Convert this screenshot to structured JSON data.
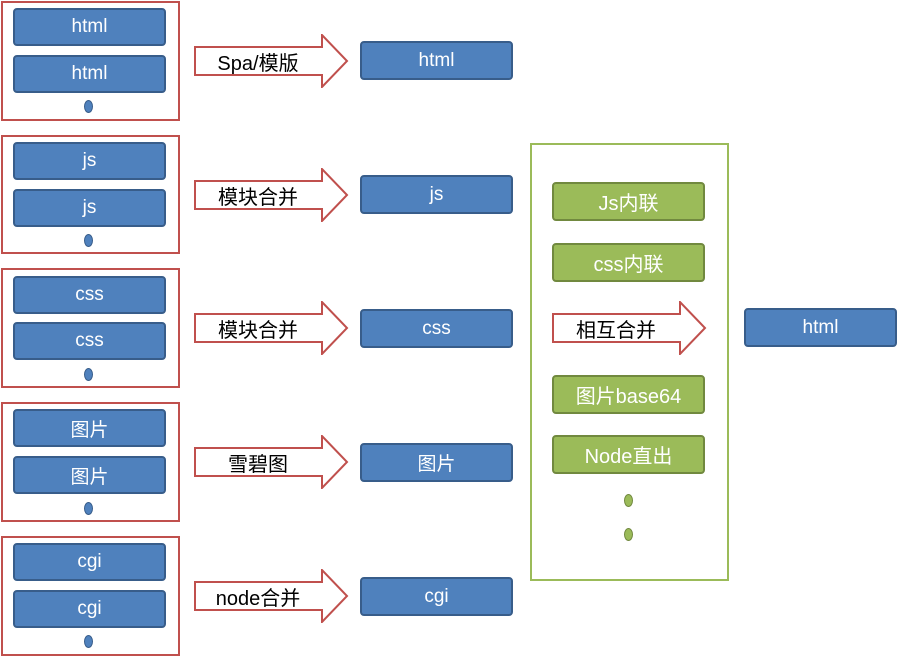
{
  "colors": {
    "frame_red": "#c0504d",
    "box_blue": "#4f81bd",
    "box_blue_border": "#385d8a",
    "frame_green": "#9bbb59",
    "box_green": "#9bbb59"
  },
  "rows": [
    {
      "items": [
        "html",
        "html"
      ],
      "arrow": "Spa/模版",
      "result": "html"
    },
    {
      "items": [
        "js",
        "js"
      ],
      "arrow": "模块合并",
      "result": "js"
    },
    {
      "items": [
        "css",
        "css"
      ],
      "arrow": "模块合并",
      "result": "css"
    },
    {
      "items": [
        "图片",
        "图片"
      ],
      "arrow": "雪碧图",
      "result": "图片"
    },
    {
      "items": [
        "cgi",
        "cgi"
      ],
      "arrow": "node合并",
      "result": "cgi"
    }
  ],
  "inline_group": {
    "items": [
      "Js内联",
      "css内联",
      "图片base64",
      "Node直出"
    ],
    "arrow": "相互合并"
  },
  "final": "html"
}
